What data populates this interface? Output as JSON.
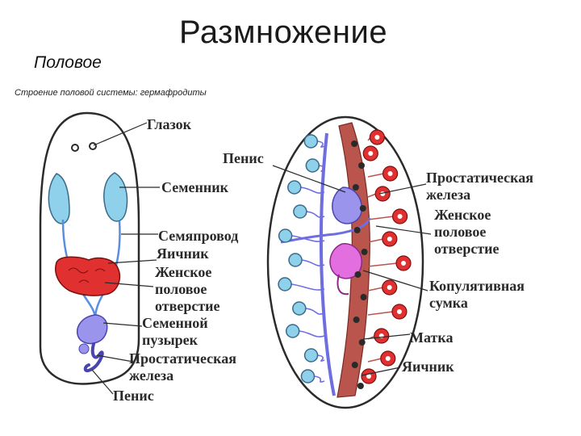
{
  "title": "Размножение",
  "subtitle": "Половое",
  "caption": "Строение половой системы: гермафродиты",
  "left_labels": {
    "eye": "Глазок",
    "testis": "Семенник",
    "vas_deferens": "Семяпровод",
    "ovary": "Яичник",
    "female_opening_1": "Женское",
    "female_opening_2": "половое",
    "female_opening_3": "отверстие",
    "seminal_vesicle_1": "Семенной",
    "seminal_vesicle_2": "пузырек",
    "prostate_1": "Простатическая",
    "prostate_2": "железа",
    "penis": "Пенис"
  },
  "right_labels": {
    "penis": "Пенис",
    "prostate_1": "Простатическая",
    "prostate_2": "железа",
    "female_opening_1": "Женское",
    "female_opening_2": "половое",
    "female_opening_3": "отверстие",
    "copulatory_bursa_1": "Копулятивная",
    "copulatory_bursa_2": "сумка",
    "uterus": "Матка",
    "ovary": "Яичник"
  },
  "colors": {
    "outline": "#2b2b2b",
    "testis_blue": "#8fd0ea",
    "duct_blue": "#6f6ee0",
    "ovary_red": "#e03030",
    "uterus_brown": "#b9554d",
    "bursa_pink": "#e26ee0"
  }
}
